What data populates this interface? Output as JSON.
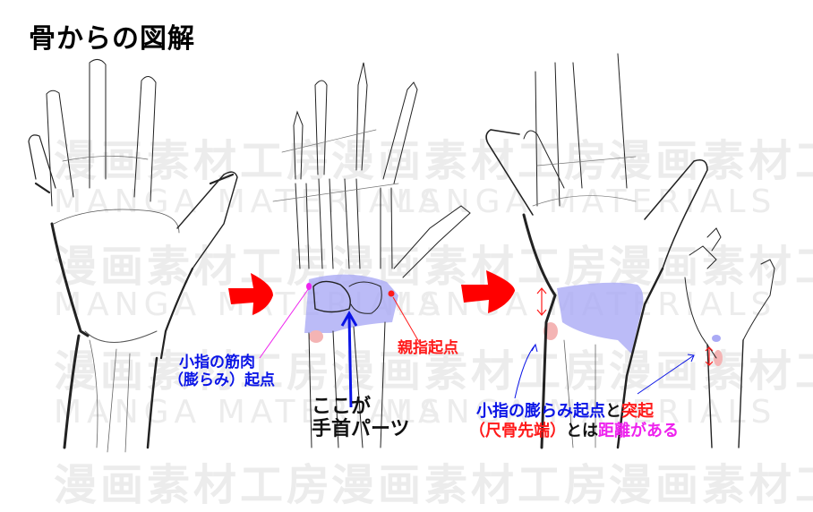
{
  "title": "骨からの図解",
  "watermarks": {
    "jp": "漫画素材工房",
    "en": "MANGA MATERIALS"
  },
  "labels": {
    "pinky_muscle_line1": "小指の筋肉",
    "pinky_muscle_line2": "（膨らみ）起点",
    "thumb_origin": "親指起点",
    "wrist_parts_line1": "ここが",
    "wrist_parts_line2": "手首パーツ",
    "distance_line1_blue": "小指の膨らみ起点",
    "distance_line1_black": "と",
    "distance_line1_red": "突起",
    "distance_line2_red": "（尺骨先端）",
    "distance_line2_black": "とは",
    "distance_line2_mag": "距離がある"
  },
  "colors": {
    "arrow": "#ff0000",
    "highlight": "#aaaaf5",
    "bump": "#f4b4b4",
    "label_blue": "#0a14e6",
    "label_red": "#ff1a1a",
    "label_magenta": "#ee22ee"
  },
  "panels": [
    {
      "name": "hand-sketch",
      "description": "open hand palm outline"
    },
    {
      "name": "hand-skeleton",
      "description": "hand bones with carpal region highlighted"
    },
    {
      "name": "hand-wrist-detail",
      "description": "hand with wrist highlight and side view inset"
    }
  ]
}
